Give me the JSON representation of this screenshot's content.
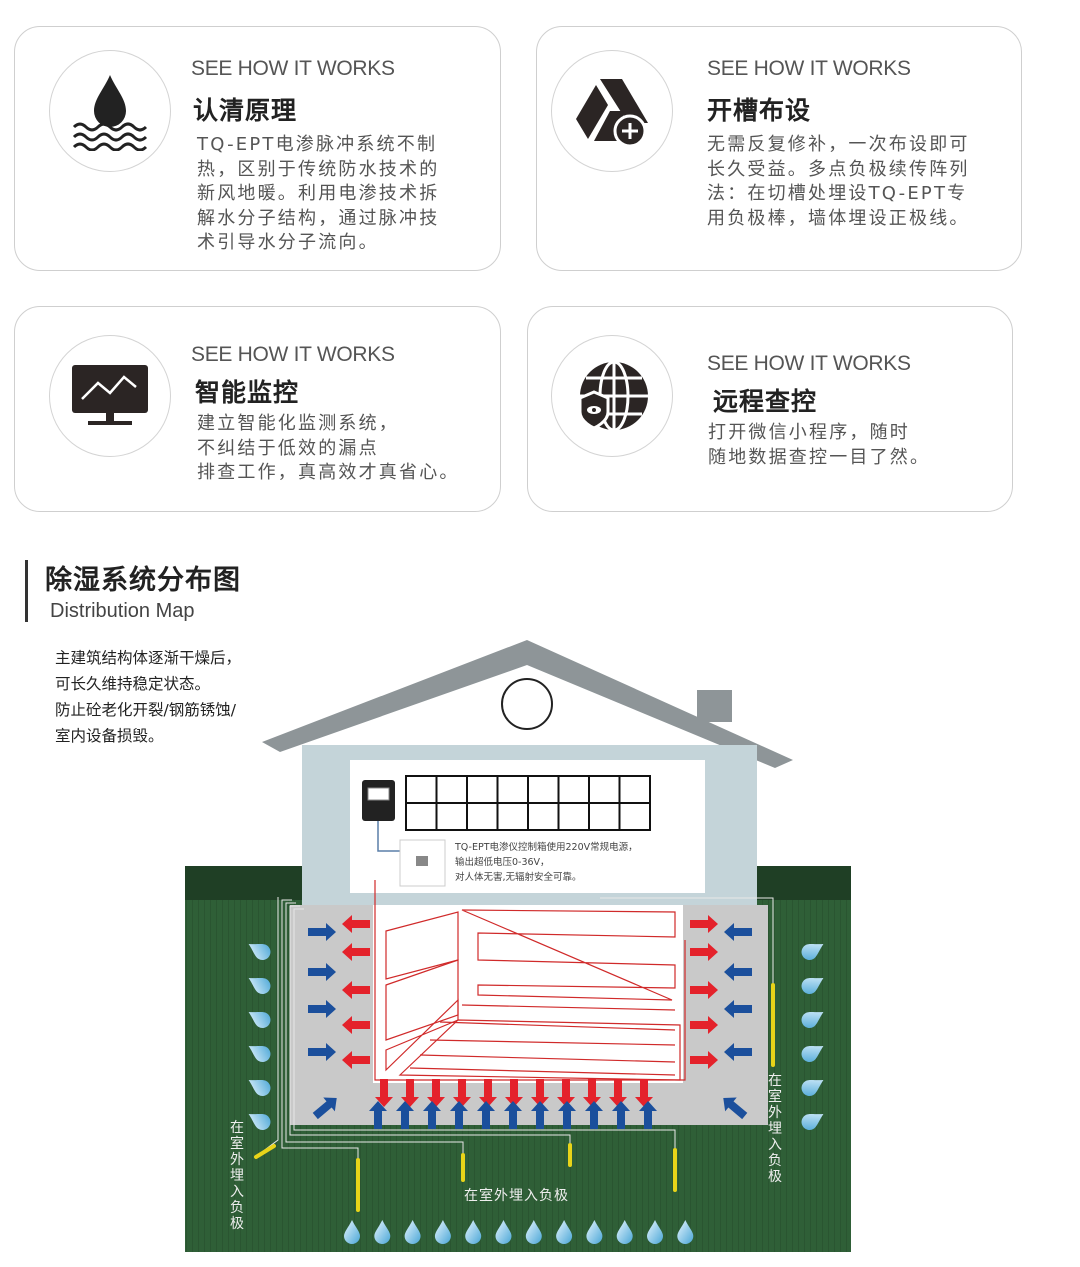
{
  "features": [
    {
      "eyebrow": "SEE HOW IT WORKS",
      "title": "认清原理",
      "icon": "water-drop-waves-icon",
      "body": [
        "TQ-EPT电渗脉冲系统不制",
        "热，区别于传统防水技术的",
        "新风地暖。利用电渗技术拆",
        "解水分子结构，通过脉冲技",
        "术引导水分子流向。"
      ]
    },
    {
      "eyebrow": "SEE HOW IT WORKS",
      "title": "开槽布设",
      "icon": "drive-add-icon",
      "body": [
        "无需反复修补，一次布设即可",
        "长久受益。多点负极续传阵列",
        "法：在切槽处埋设TQ-EPT专",
        "用负极棒，墙体埋设正极线。"
      ]
    },
    {
      "eyebrow": "SEE HOW IT WORKS",
      "title": "智能监控",
      "icon": "monitor-chart-icon",
      "body": [
        "建立智能化监测系统，",
        "不纠结于低效的漏点",
        "排查工作，真高效才真省心。"
      ]
    },
    {
      "eyebrow": "SEE HOW IT WORKS",
      "title": "远程查控",
      "icon": "globe-shield-icon",
      "body": [
        "打开微信小程序，随时",
        "随地数据查控一目了然。"
      ]
    }
  ],
  "section": {
    "title": "除湿系统分布图",
    "subtitle": "Distribution Map"
  },
  "side_text": [
    "主建筑结构体逐渐干燥后，",
    "可长久维持稳定状态。",
    "防止砼老化开裂/钢筋锈蚀/",
    "室内设备损毁。"
  ],
  "diagram": {
    "control_caption": [
      "TQ-EPT电渗仪控制箱使用220V常规电源，",
      "输出超低电压0-36V，",
      "对人体无害,无辐射安全可靠。"
    ],
    "label_left": "在室外埋入负极",
    "label_right": "在室外埋入负极",
    "label_bottom": "在室外埋入负极",
    "colors": {
      "ground": "#2f5f37",
      "wall": "#c4d4d9",
      "basement": "#c9c9c9",
      "red": "#e4222b",
      "blue": "#1b4f9c",
      "rod": "#e8d419"
    }
  }
}
